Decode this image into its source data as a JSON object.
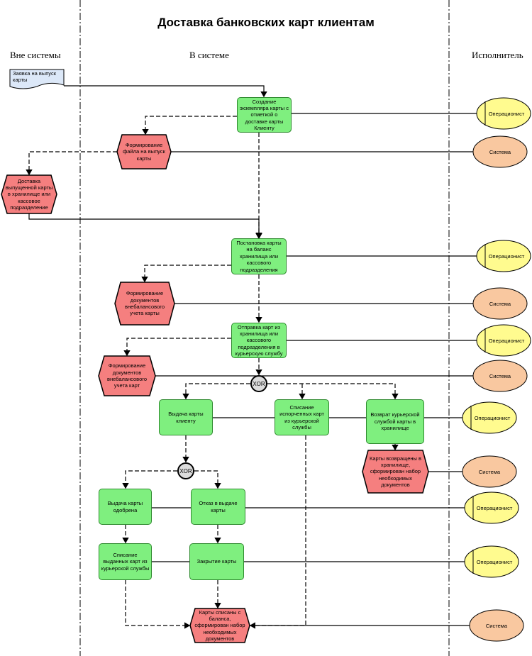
{
  "title": "Доставка банковских карт клиентам",
  "lanes": {
    "outside": "Вне системы",
    "inside": "В системе",
    "executor": "Исполнитель"
  },
  "document": "Заявка на выпуск карты",
  "functions": {
    "f1": "Создание экземпляра карты с отметкой о доставке карты Клиенту",
    "f2": "Постановка карты на баланс хранилища или кассового подразделения",
    "f3": "Отправка карт из хранилища или кассового подразделения в курьерскую службу",
    "f4": "Выдача карты клиенту",
    "f5": "Списание испорченных карт из курьерской службы",
    "f6": "Возврат курьерской службой карты в хранилище",
    "f7": "Выдача карты одобрена",
    "f8": "Отказ в выдаче карты",
    "f9": "Списание выданных карт из курьерской службы",
    "f10": "Закрытие карты"
  },
  "events": {
    "e1": "Формирование файла на выпуск карты",
    "e2": "Доставка выпущенной карты в хранилище или кассовое подразделение",
    "e3": "Формирование документов внебалансового учета карты",
    "e4": "Формирование документов внебалансового учета карт",
    "e5": "Карты возвращены в хранилище, сформирован набор необходимых документов",
    "e6": "Карты списаны с баланса, сформирован набор необходимых документов"
  },
  "roles": {
    "operator": "Операционист",
    "system": "Система"
  },
  "xor_label": "XOR",
  "colors": {
    "function_fill": "#7fef7f",
    "event_fill": "#f57f7f",
    "operator_fill": "#fffb8f",
    "system_fill": "#f9c8a0",
    "xor_fill": "#dcdcdc"
  }
}
